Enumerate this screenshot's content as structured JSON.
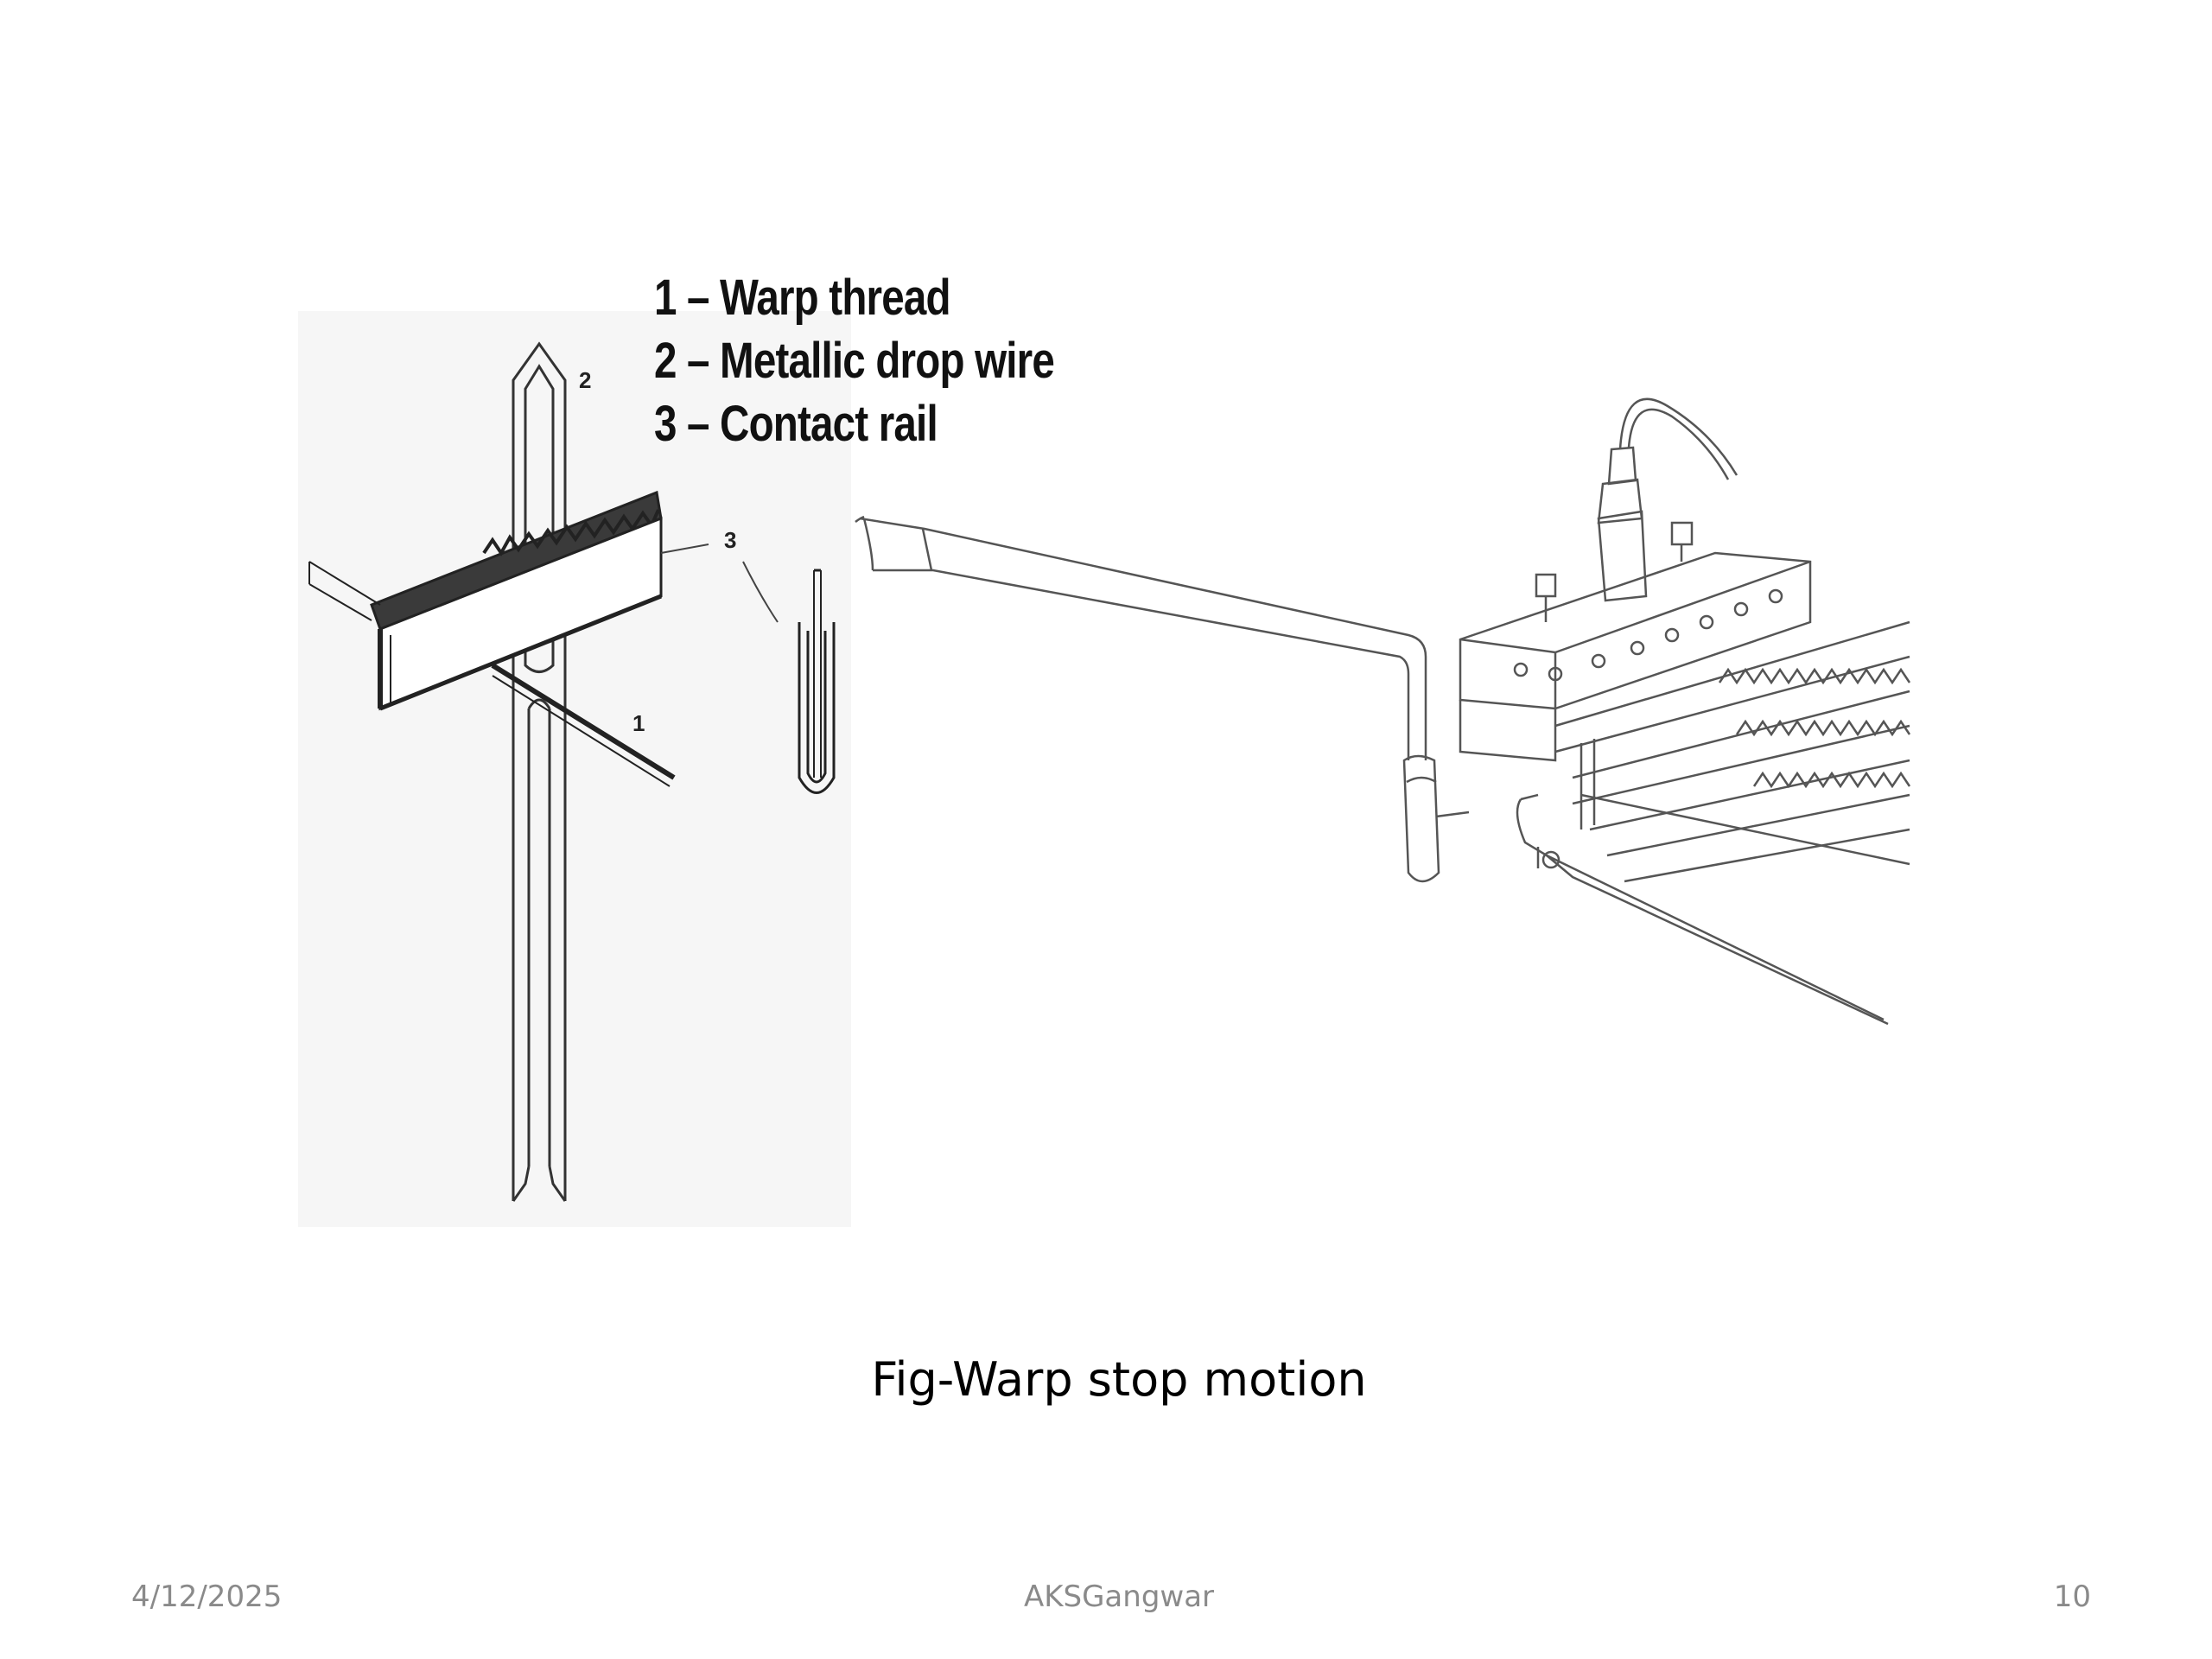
{
  "legend": {
    "items": [
      "1 – Warp thread",
      "2 – Metallic drop wire",
      "3 – Contact rail"
    ]
  },
  "callouts": {
    "wire": "2",
    "rail": "3",
    "thread": "1"
  },
  "caption": "Fig-Warp stop motion",
  "footer": {
    "date": "4/12/2025",
    "author": "AKSGangwar",
    "page": "10"
  },
  "colors": {
    "line": "#333333",
    "text": "#000000",
    "footer": "#8a8a8a"
  }
}
